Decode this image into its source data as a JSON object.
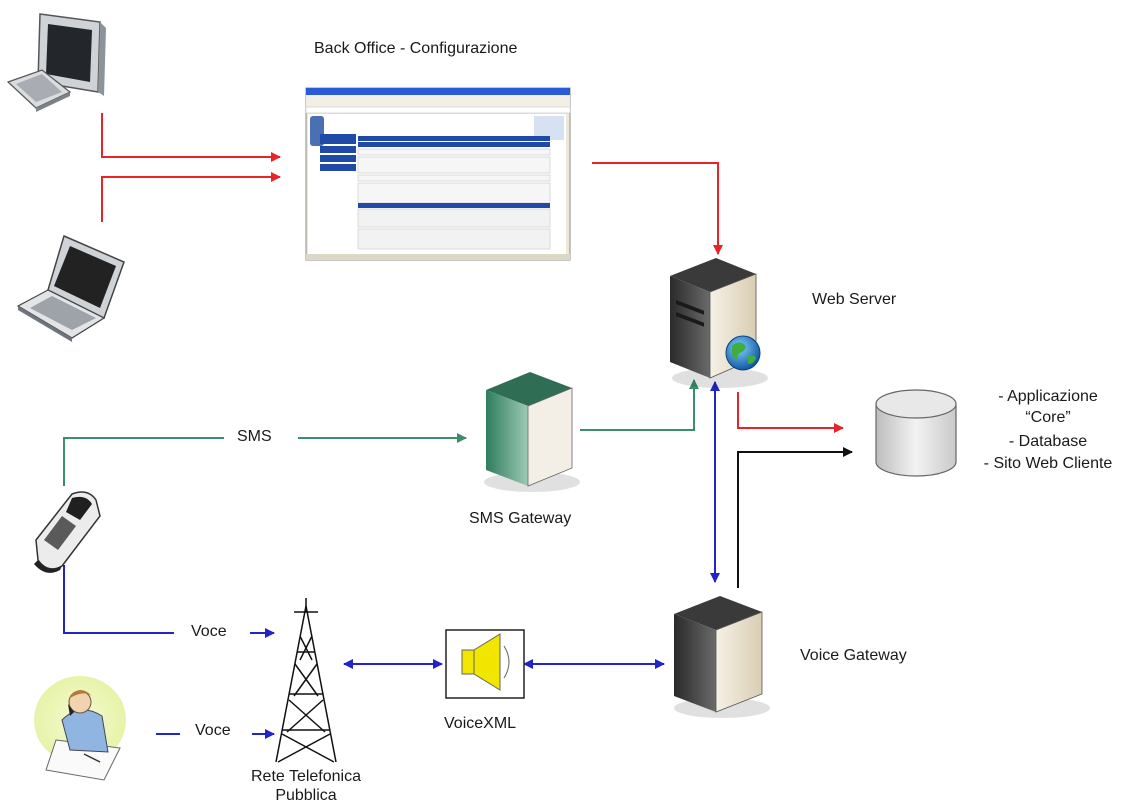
{
  "labels": {
    "back_office": "Back Office - Configurazione",
    "web_server": "Web Server",
    "sms": "SMS",
    "sms_gateway": "SMS Gateway",
    "voce_1": "Voce",
    "voce_2": "Voce",
    "voicexml": "VoiceXML",
    "voice_gateway": "Voice Gateway",
    "rete_line1": "Rete Telefonica",
    "rete_line2": "Pubblica",
    "db_line1": "- Applicazione",
    "db_line2": "“Core”",
    "db_line3": "- Database",
    "db_line4": "- Sito Web Cliente"
  },
  "colors": {
    "red_flow": "#e8242a",
    "green_flow": "#3a8f6a",
    "blue_flow": "#2224c8",
    "black_flow": "#111111"
  },
  "icons": [
    "desktop-computer-icon",
    "laptop-icon",
    "mobile-phone-icon",
    "person-on-phone-icon",
    "web-server-icon",
    "globe-icon",
    "sms-gateway-server-icon",
    "voice-gateway-server-icon",
    "database-cylinder-icon",
    "radio-tower-icon",
    "speaker-icon",
    "back-office-screenshot"
  ]
}
